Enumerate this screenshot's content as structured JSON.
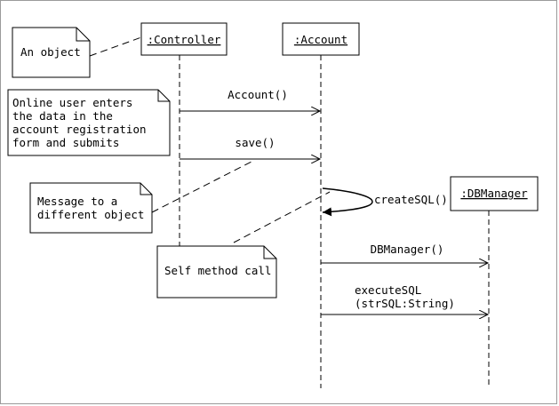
{
  "diagram": {
    "lifelines": {
      "controller": ":Controller",
      "account": ":Account",
      "dbmanager": ":DBManager"
    },
    "messages": {
      "account_ctor": "Account()",
      "save": "save()",
      "create_sql": "createSQL()",
      "dbmanager_ctor": "DBManager()",
      "execute_sql_line1": "executeSQL",
      "execute_sql_line2": "(strSQL:String)"
    },
    "notes": {
      "object": "An object",
      "online_user": [
        "Online user enters",
        "the data in the",
        "account registration",
        "form and submits"
      ],
      "message_diff": [
        "Message to a",
        "different object"
      ],
      "self_call": "Self method call"
    },
    "colors": {
      "line": "#000000",
      "frame": "#9a9a9a"
    }
  }
}
